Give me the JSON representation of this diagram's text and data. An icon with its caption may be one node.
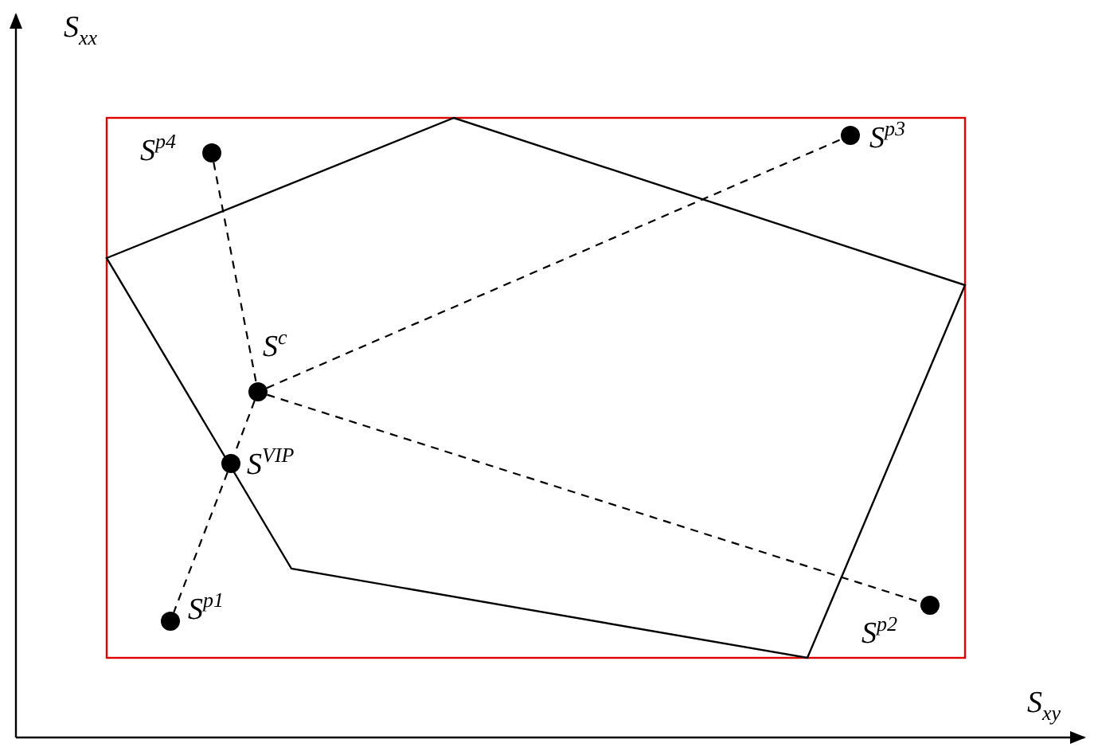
{
  "diagram": {
    "nodes": [
      {
        "text": [],
        "shape": "circle",
        "beside": [
          "S$^{p3}$"
        ]
      },
      {
        "text": [],
        "shape": "circle",
        "beside": [
          "S$^{p4}$"
        ]
      },
      {
        "text": [],
        "shape": "circle",
        "beside": [
          "S$^{c}$"
        ]
      },
      {
        "text": [],
        "shape": "circle",
        "beside": [
          "S$^{VIP}$"
        ]
      },
      {
        "text": [],
        "shape": "circle",
        "beside": [
          "S$^{p2}$"
        ]
      },
      {
        "text": [],
        "shape": "circle",
        "beside": [
          "S$^{p1}$"
        ]
      }
    ],
    "edges": [
      {
        "from": 1,
        "to": 2,
        "arrow": "none",
        "style": "dashed"
      },
      {
        "from": 2,
        "to": 3,
        "arrow": "none",
        "style": "dashed"
      },
      {
        "from": 3,
        "to": 5,
        "arrow": "none",
        "style": "dashed"
      },
      {
        "from": 2,
        "to": 0,
        "arrow": "none",
        "style": "dashed"
      },
      {
        "from": 2,
        "to": 4,
        "arrow": "none",
        "style": "dashed"
      }
    ],
    "labels": [
      "S$_{xx}$",
      "S$_{xy}$"
    ]
  }
}
